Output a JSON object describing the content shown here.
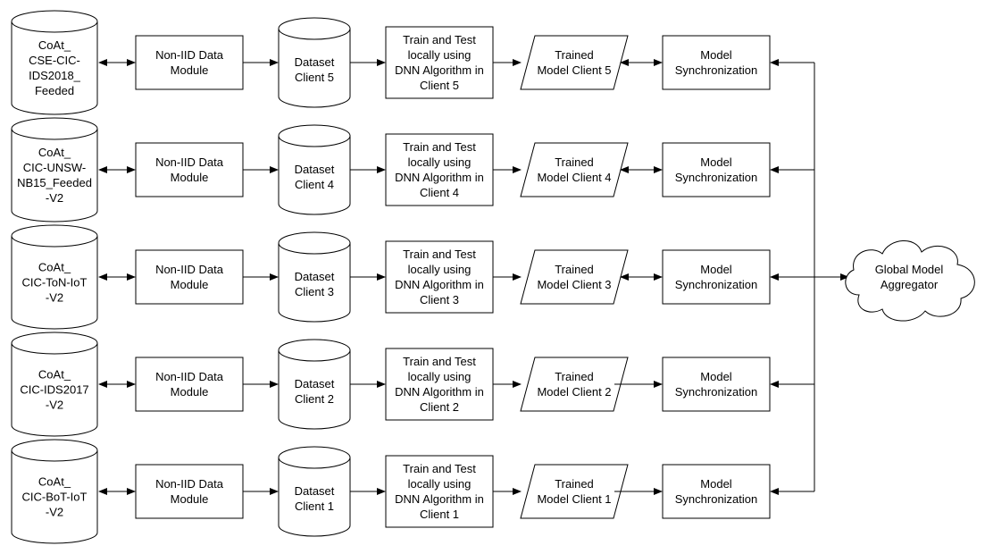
{
  "rows": [
    {
      "source_dataset": [
        "CoAt_",
        "CSE-CIC-",
        "IDS2018_",
        "Feeded"
      ],
      "non_iid_module": [
        "Non-IID Data",
        "Module"
      ],
      "client_dataset": [
        "Dataset",
        "Client 5"
      ],
      "train_test": [
        "Train and Test",
        "locally using",
        "DNN Algorithm in",
        "Client 5"
      ],
      "trained_model": [
        "Trained",
        "Model Client 5"
      ],
      "model_sync": [
        "Model",
        "Synchronization"
      ],
      "trained_to_sync_bidirectional": true
    },
    {
      "source_dataset": [
        "CoAt_",
        "CIC-UNSW-",
        "NB15_Feeded",
        "-V2"
      ],
      "non_iid_module": [
        "Non-IID Data",
        "Module"
      ],
      "client_dataset": [
        "Dataset",
        "Client 4"
      ],
      "train_test": [
        "Train and Test",
        "locally using",
        "DNN Algorithm in",
        "Client 4"
      ],
      "trained_model": [
        "Trained",
        "Model Client 4"
      ],
      "model_sync": [
        "Model",
        "Synchronization"
      ],
      "trained_to_sync_bidirectional": true
    },
    {
      "source_dataset": [
        "CoAt_",
        "CIC-ToN-IoT",
        "-V2"
      ],
      "non_iid_module": [
        "Non-IID Data",
        "Module"
      ],
      "client_dataset": [
        "Dataset",
        "Client 3"
      ],
      "train_test": [
        "Train and Test",
        "locally using",
        "DNN Algorithm in",
        "Client 3"
      ],
      "trained_model": [
        "Trained",
        "Model Client 3"
      ],
      "model_sync": [
        "Model",
        "Synchronization"
      ],
      "trained_to_sync_bidirectional": true
    },
    {
      "source_dataset": [
        "CoAt_",
        "CIC-IDS2017",
        "-V2"
      ],
      "non_iid_module": [
        "Non-IID Data",
        "Module"
      ],
      "client_dataset": [
        "Dataset",
        "Client 2"
      ],
      "train_test": [
        "Train and Test",
        "locally using",
        "DNN Algorithm in",
        "Client 2"
      ],
      "trained_model": [
        "Trained",
        "Model Client 2"
      ],
      "model_sync": [
        "Model",
        "Synchronization"
      ],
      "trained_to_sync_bidirectional": false
    },
    {
      "source_dataset": [
        "CoAt_",
        "CIC-BoT-IoT",
        "-V2"
      ],
      "non_iid_module": [
        "Non-IID Data",
        "Module"
      ],
      "client_dataset": [
        "Dataset",
        "Client 1"
      ],
      "train_test": [
        "Train and Test",
        "locally using",
        "DNN Algorithm in",
        "Client 1"
      ],
      "trained_model": [
        "Trained",
        "Model Client 1"
      ],
      "model_sync": [
        "Model",
        "Synchronization"
      ],
      "trained_to_sync_bidirectional": false
    }
  ],
  "aggregator": [
    "Global Model",
    "Aggregator"
  ],
  "colors": {
    "stroke": "#000000",
    "fill": "#ffffff",
    "text": "#000000"
  }
}
